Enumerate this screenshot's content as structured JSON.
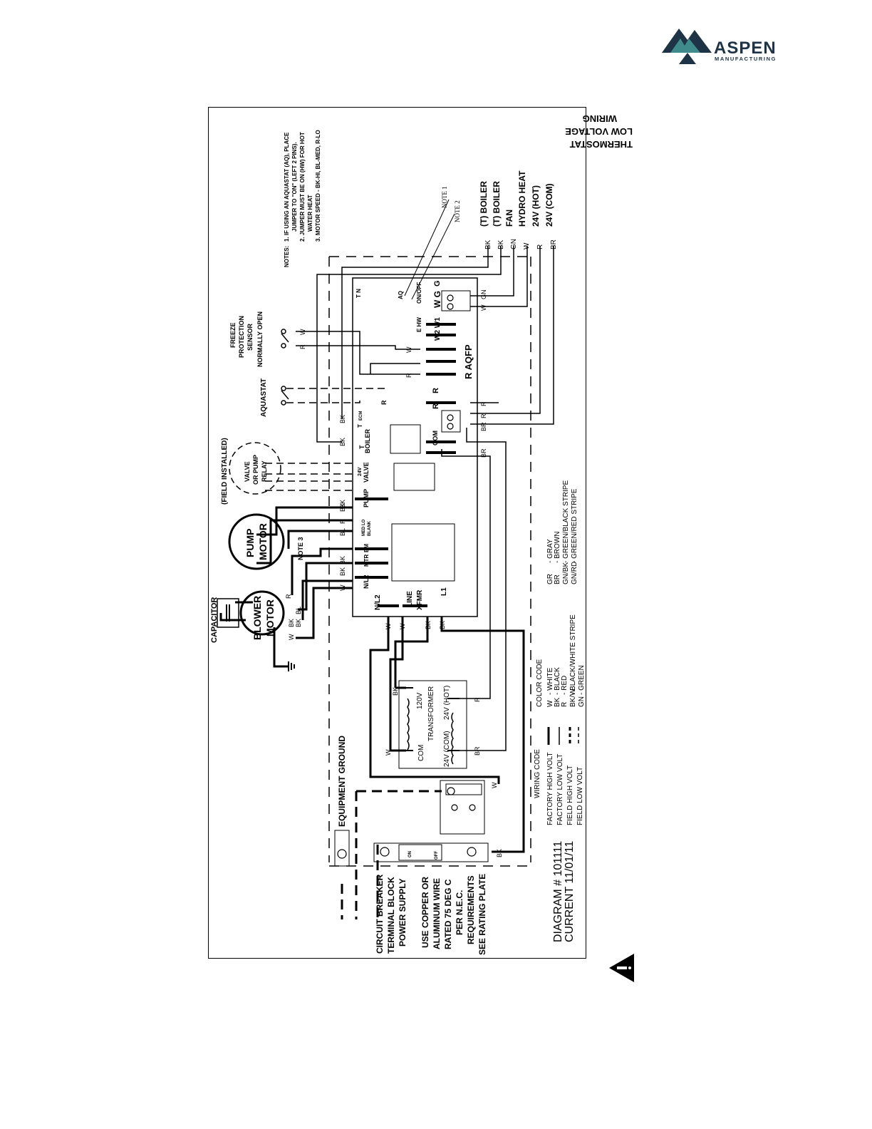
{
  "brand": {
    "name": "ASPEN",
    "sub": "MANUFACTURING",
    "color": "#1f3346"
  },
  "diagram": {
    "notes": {
      "header": "NOTES:",
      "lines": [
        "1. IF USING AN AQUASTAT (AQ), PLACE",
        "JUMPER TO \"ON\" (LEFT 2 PINS).",
        "2. JUMPER MUST BE ON (HW) FOR HOT",
        "WATER HEAT",
        "3. MOTOR SPEED - BK-HI, BL-MED, R-LO"
      ]
    },
    "thermostat": {
      "title": [
        "THERMOSTAT",
        "LOW VOLTAGE",
        "WIRING"
      ],
      "terminals": [
        "(T) BOILER",
        "(T) BOILER",
        "FAN",
        "HYDRO HEAT",
        "24V (HOT)",
        "24V (COM)"
      ],
      "wires": [
        "BK",
        "BK",
        "GN",
        "W",
        "R",
        "BR"
      ],
      "note1": "NOTE 1",
      "note2": "NOTE 2"
    },
    "components": {
      "capacitor": "CAPACITOR",
      "blower": [
        "BLOWER",
        "MOTOR"
      ],
      "pump": [
        "PUMP",
        "MOTOR"
      ],
      "field_installed": "(FIELD INSTALLED)",
      "valve": [
        "VALVE",
        "OR PUMP",
        "RELAY"
      ],
      "aquastat": "AQUASTAT",
      "freeze": [
        "FREEZE",
        "PROTECTION",
        "SENSOR",
        "NORMALLY OPEN"
      ],
      "note3": "NOTE 3",
      "equipment_ground": "EQUIPMENT GROUND",
      "transformer": [
        "120V",
        "TRANSFORMER",
        "COM",
        "24V (COM)",
        "24V (HOT)"
      ]
    },
    "board": {
      "line_labels": [
        "N/L2",
        "LINE",
        "XFMR",
        "L1"
      ],
      "row_labels": [
        "N/L2",
        "MTR",
        "EM",
        "MED LO",
        "BLANK",
        "PUMP",
        "24V",
        "VALVE",
        "T",
        "BOILER",
        "ECM",
        "T"
      ],
      "terminals": [
        "R AQFP",
        "R",
        "R",
        "W2 W1",
        "E HW",
        "ON/OFF",
        "AQ",
        "W G",
        "G",
        "T N",
        "COM",
        "R"
      ]
    },
    "wire_tags": {
      "left_bus": [
        "W",
        "BK",
        "BK",
        "BL",
        "R",
        "BK",
        "BK",
        "BK"
      ],
      "misc": [
        "W",
        "R",
        "W",
        "R",
        "R",
        "R",
        "BR",
        "BR",
        "W",
        "GN",
        "BK",
        "W",
        "BK",
        "BK",
        "W",
        "W",
        "BK",
        "BL",
        "R",
        "W",
        "BK",
        "BK",
        "R",
        "BR",
        "W",
        "BK"
      ]
    },
    "power": {
      "lines": [
        "CIRCUIT BREAKER",
        "TERMINAL BLOCK",
        "POWER SUPPLY",
        "",
        "USE COPPER OR",
        "ALUMINUM WIRE",
        "RATED 75 DEG C",
        "PER N.E.C.",
        "REQUIREMENTS",
        "SEE RATING PLATE"
      ],
      "on": "ON",
      "off": "OFF"
    },
    "diagram_number": "DIAGRAM # 101111",
    "current": "CURRENT 11/01/11",
    "wiring_code": {
      "title": "WIRING CODE",
      "items": [
        "FACTORY HIGH VOLT",
        "FACTORY LOW VOLT",
        "FIELD HIGH VOLT",
        "FIELD LOW VOLT"
      ]
    },
    "color_code": {
      "title": "COLOR CODE",
      "items": [
        {
          "code": "W",
          "name": "- WHITE"
        },
        {
          "code": "BK",
          "name": "- BLACK"
        },
        {
          "code": "R",
          "name": "- RED"
        },
        {
          "code": "BK/W",
          "name": "- BLACK/WHITE STRIPE"
        },
        {
          "code": "GN",
          "name": "- GREEN"
        },
        {
          "code": "GR",
          "name": "- GRAY"
        },
        {
          "code": "BR",
          "name": "- BROWN"
        },
        {
          "code": "GN/BK",
          "name": "- GREEN/BLACK STRIPE"
        },
        {
          "code": "GN/RD",
          "name": "- GREEN/RED STRIPE"
        }
      ]
    }
  }
}
